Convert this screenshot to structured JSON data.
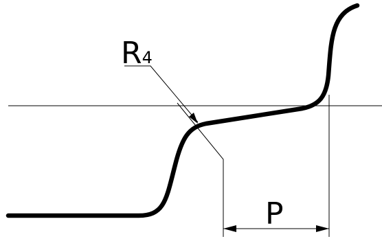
{
  "diagram": {
    "radius_label": {
      "main": "R",
      "subscript": "4"
    },
    "dimension_label": "P",
    "colors": {
      "ink": "#000000",
      "background": "#ffffff"
    }
  }
}
